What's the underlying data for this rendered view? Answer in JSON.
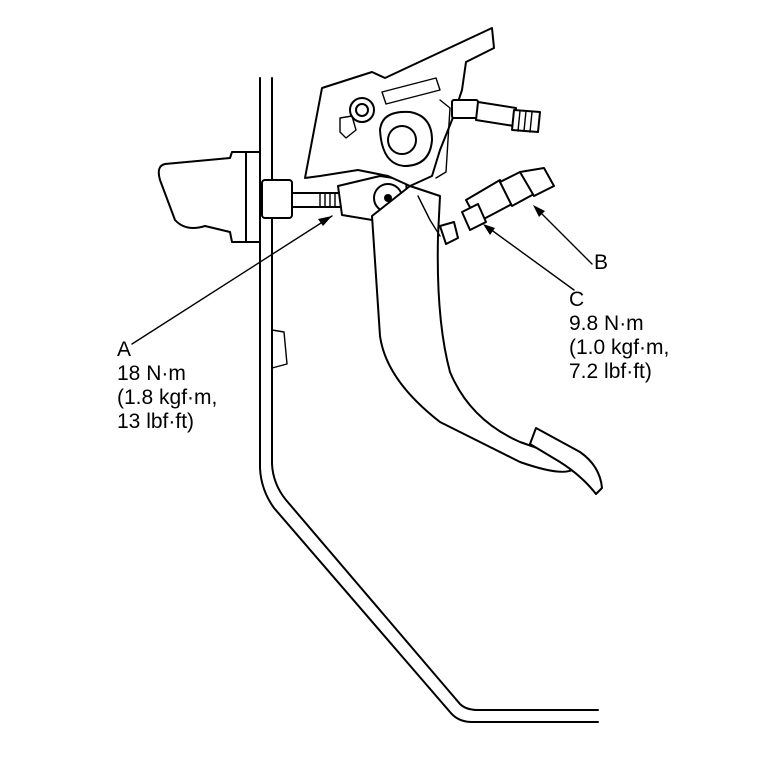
{
  "figure": {
    "callouts": {
      "a": {
        "letter": "A",
        "torque_nm": "18 N·m",
        "torque_kgf": "(1.8 kgf·m,",
        "torque_lbf": "13 lbf·ft)"
      },
      "b": {
        "letter": "B"
      },
      "c": {
        "letter": "C",
        "torque_nm": "9.8 N·m",
        "torque_kgf": "(1.0 kgf·m,",
        "torque_lbf": "7.2 lbf·ft)"
      }
    }
  }
}
